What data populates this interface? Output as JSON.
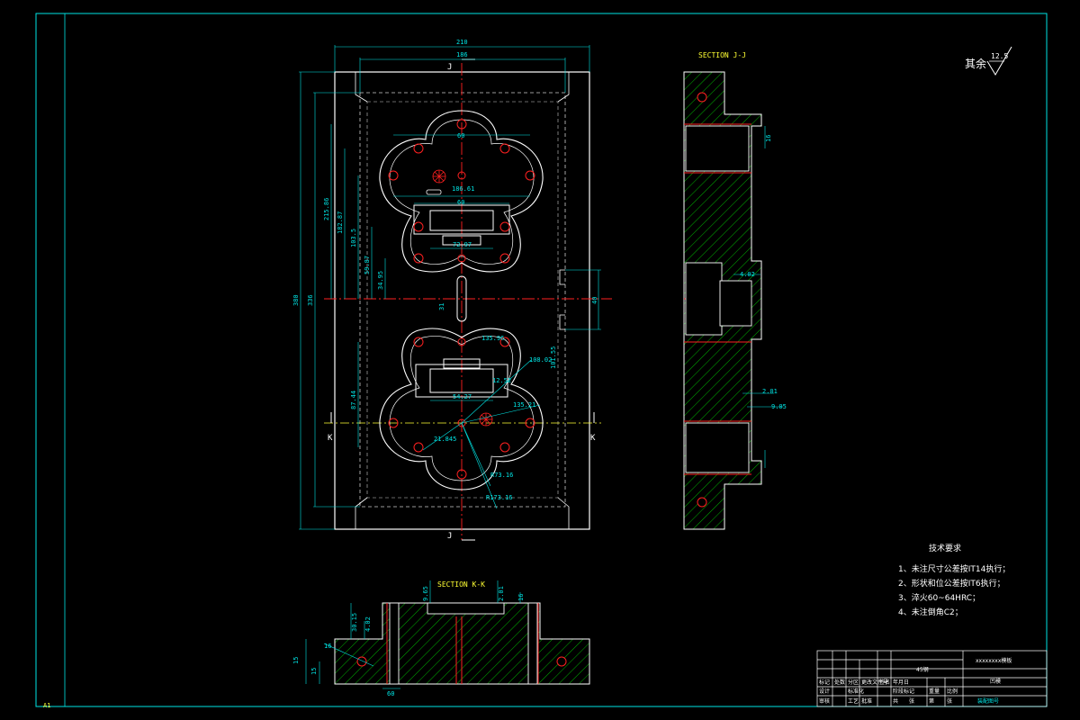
{
  "sheet": {
    "corner_label": "A1"
  },
  "section_jj": {
    "title": "SECTION J-J",
    "dims": [
      "16",
      "4.02",
      "2.01",
      "9.05"
    ]
  },
  "section_kk": {
    "title": "SECTION K-K",
    "dims": [
      "9.65",
      "2.01",
      "16",
      "30.15",
      "4.02",
      "16",
      "15",
      "15",
      "60"
    ]
  },
  "plan": {
    "marks": {
      "j_top": "J",
      "j_bottom": "J",
      "k_left": "K",
      "k_right": "K"
    },
    "dims": {
      "width_outer": "210",
      "width_inner": "186",
      "height_outer": "380",
      "height_inner": "336",
      "v1": "215.86",
      "v2": "182.87",
      "v3": "103.5",
      "v4": "59.87",
      "v5": "34.95",
      "v6": "31",
      "v7": "87.44",
      "v8": "40",
      "v9": "101.55",
      "top_w1": "60",
      "top_w2": "186.61",
      "top_w3": "60",
      "top_w4": "72.97",
      "b1": "135.96",
      "b2": "108.02",
      "b3": "12.52",
      "b4": "54.27",
      "b5": "135.21",
      "b6": "21.845",
      "b7": "R73.16",
      "b8": "R173.16"
    }
  },
  "roughness": {
    "label": "其余",
    "value": "12.5"
  },
  "tech_requirements": {
    "title": "技术要求",
    "items": [
      "1、未注尺寸公差按IT14执行；",
      "2、形状和位公差按IT6执行；",
      "3、淬火60~64HRC；",
      "4、未注倒角C2；"
    ]
  },
  "title_block": {
    "part_name": "xxxxxxxx模板",
    "material": "45钢",
    "weight": "凹模",
    "header_cells": [
      "标记",
      "处数",
      "分区",
      "更改文件号",
      "签名",
      "年月日"
    ],
    "row_cells": [
      "设计",
      "标准化",
      "阶段标记",
      "重量",
      "比例"
    ],
    "row_cells2": [
      "审核",
      "工艺",
      "批准",
      "共",
      "张",
      "第",
      "张"
    ],
    "drawing_no": "装配图号"
  },
  "colors": {
    "frame": "#00e5e5",
    "outline": "#ffffff",
    "hatch": "#00b000",
    "centerline": "#ff2020",
    "dimension": "#00e5e5",
    "hidden": "#cccccc",
    "accent": "#ffff33"
  }
}
